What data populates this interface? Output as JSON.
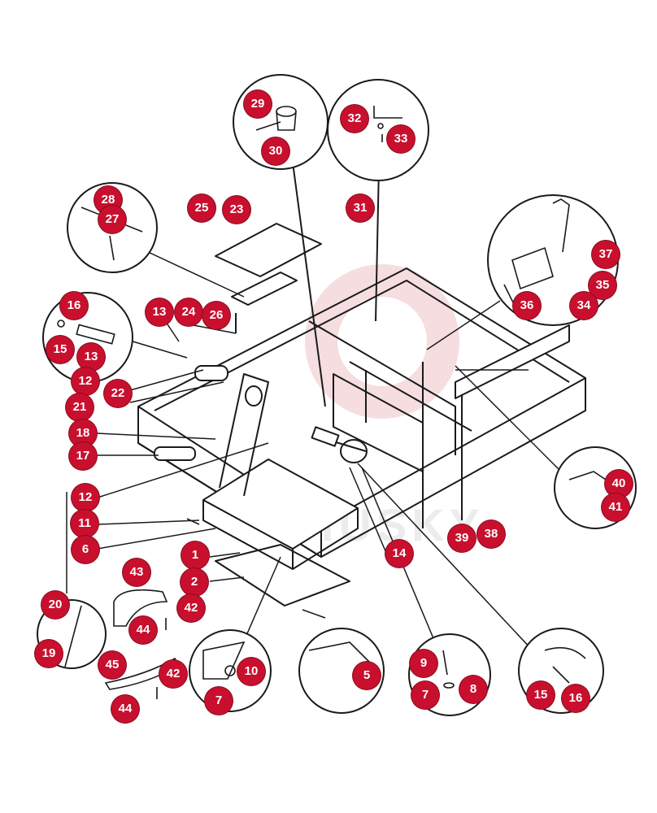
{
  "colors": {
    "callout_fill": "#c8102e",
    "callout_text": "#ffffff",
    "line_art": "#1a1a1a",
    "watermark": "#e3a0a8"
  },
  "watermark": {
    "text": "HUSKY"
  },
  "callouts": [
    {
      "label": "29"
    },
    {
      "label": "30"
    },
    {
      "label": "32"
    },
    {
      "label": "33"
    },
    {
      "label": "28"
    },
    {
      "label": "27"
    },
    {
      "label": "25"
    },
    {
      "label": "23"
    },
    {
      "label": "31"
    },
    {
      "label": "37"
    },
    {
      "label": "35"
    },
    {
      "label": "36"
    },
    {
      "label": "34"
    },
    {
      "label": "16"
    },
    {
      "label": "15"
    },
    {
      "label": "13"
    },
    {
      "label": "13"
    },
    {
      "label": "24"
    },
    {
      "label": "26"
    },
    {
      "label": "12"
    },
    {
      "label": "22"
    },
    {
      "label": "21"
    },
    {
      "label": "18"
    },
    {
      "label": "17"
    },
    {
      "label": "12"
    },
    {
      "label": "11"
    },
    {
      "label": "6"
    },
    {
      "label": "1"
    },
    {
      "label": "2"
    },
    {
      "label": "14"
    },
    {
      "label": "39"
    },
    {
      "label": "38"
    },
    {
      "label": "40"
    },
    {
      "label": "41"
    },
    {
      "label": "43"
    },
    {
      "label": "42"
    },
    {
      "label": "44"
    },
    {
      "label": "20"
    },
    {
      "label": "19"
    },
    {
      "label": "45"
    },
    {
      "label": "42"
    },
    {
      "label": "44"
    },
    {
      "label": "10"
    },
    {
      "label": "7"
    },
    {
      "label": "5"
    },
    {
      "label": "9"
    },
    {
      "label": "7"
    },
    {
      "label": "8"
    },
    {
      "label": "15"
    },
    {
      "label": "16"
    }
  ]
}
